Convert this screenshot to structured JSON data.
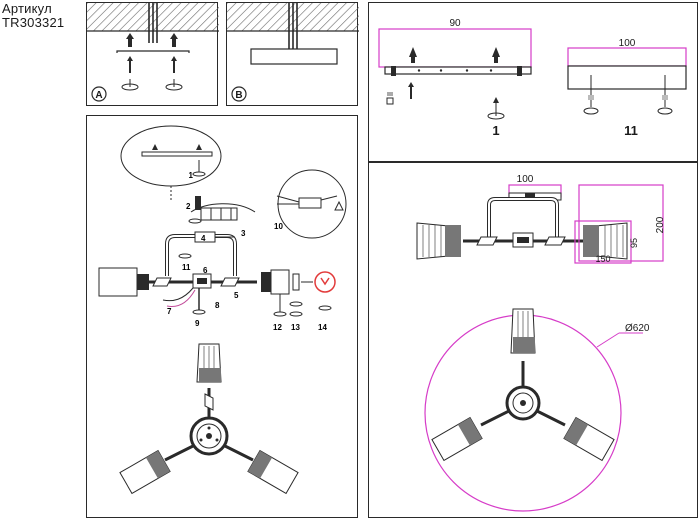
{
  "article": {
    "label": "Артикул",
    "code": "TR303321"
  },
  "install": {
    "letter_a": "A",
    "letter_b": "B"
  },
  "parts": {
    "mount_number": "1",
    "cover_number": "11",
    "dim_mount_width": "90",
    "dim_cover_width": "100"
  },
  "assembly": {
    "callouts": [
      "1",
      "2",
      "3",
      "4",
      "5",
      "6",
      "7",
      "8",
      "9",
      "10",
      "11",
      "12",
      "13",
      "14"
    ]
  },
  "dimensions": {
    "top_width": "100",
    "height": "200",
    "shade_height": "95",
    "shade_width": "150",
    "diameter": "Ø620"
  },
  "colors": {
    "dimension": "#d63cc8",
    "line": "#2a2a2a",
    "bulb": "#e23b3b"
  }
}
